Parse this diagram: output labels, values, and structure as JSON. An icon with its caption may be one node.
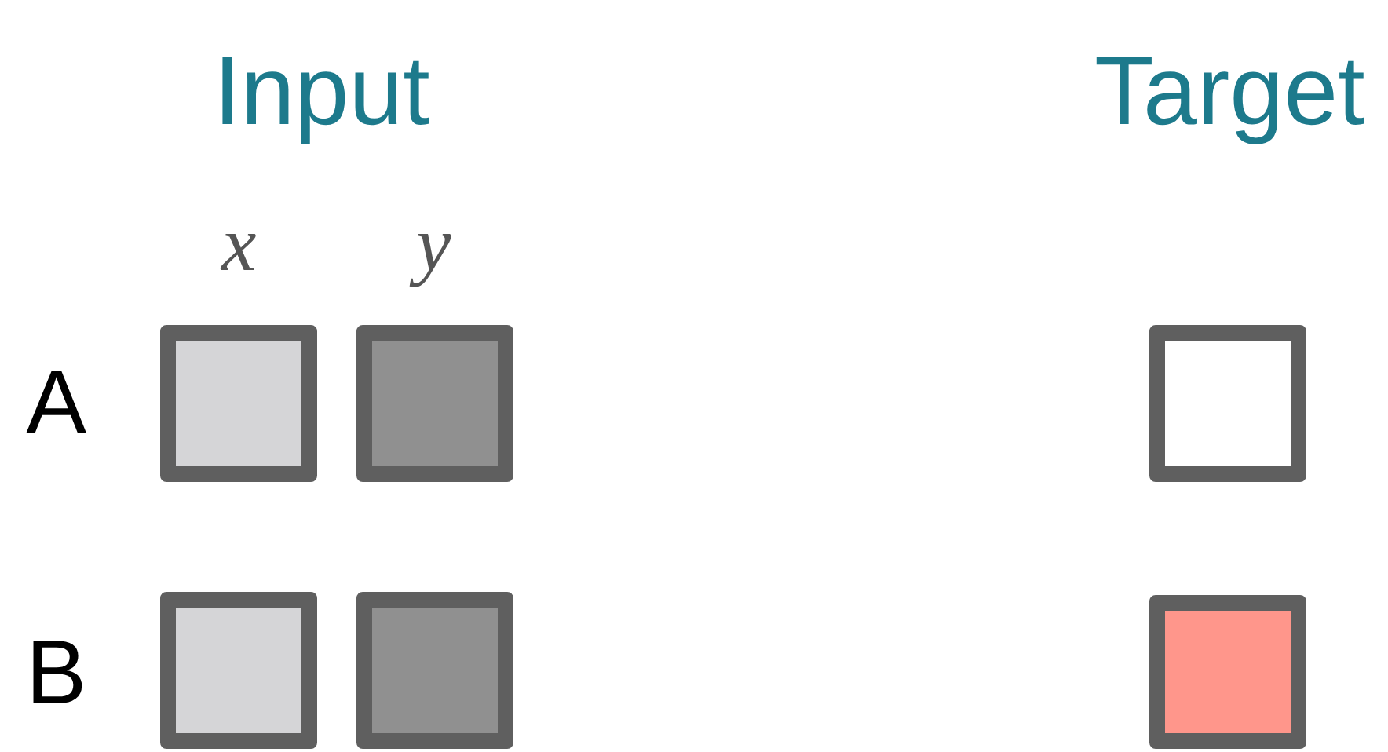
{
  "diagram": {
    "nodes": [
      {
        "text": [],
        "shape": "box"
      },
      {
        "text": [],
        "shape": "box"
      },
      {
        "text": [],
        "shape": "box"
      },
      {
        "text": [],
        "shape": "box"
      },
      {
        "text": [],
        "shape": "box"
      },
      {
        "text": [],
        "shape": "box"
      }
    ],
    "labels": [
      "Input",
      "Target",
      "x",
      "y",
      "A",
      "B"
    ]
  }
}
